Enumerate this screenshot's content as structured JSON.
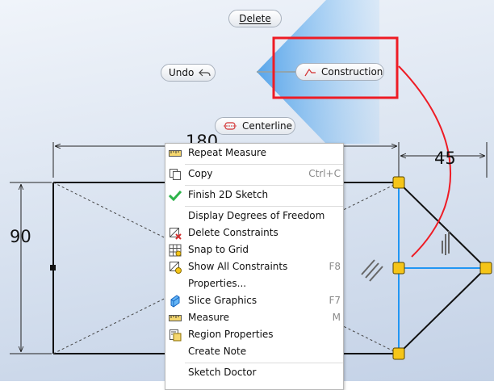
{
  "marking_menu": {
    "delete_label": "Delete",
    "undo_label": "Undo",
    "construction_label": "Construction",
    "centerline_label": "Centerline"
  },
  "dimensions": {
    "width_value": "180",
    "right_width_value": "45",
    "height_value": "90"
  },
  "context_menu": {
    "items": [
      {
        "label": "Repeat Measure",
        "shortcut": "",
        "icon": "ruler-icon"
      },
      {
        "label": "Copy",
        "shortcut": "Ctrl+C",
        "icon": "copy-icon"
      },
      {
        "label": "Finish 2D Sketch",
        "shortcut": "",
        "icon": "checkmark-icon"
      },
      {
        "label": "Display Degrees of Freedom",
        "shortcut": "",
        "icon": ""
      },
      {
        "label": "Delete Constraints",
        "shortcut": "",
        "icon": "delete-constraints-icon"
      },
      {
        "label": "Snap to Grid",
        "shortcut": "",
        "icon": "grid-icon"
      },
      {
        "label": "Show All Constraints",
        "shortcut": "F8",
        "icon": "show-constraints-icon"
      },
      {
        "label": "Properties...",
        "shortcut": "",
        "icon": ""
      },
      {
        "label": "Slice Graphics",
        "shortcut": "F7",
        "icon": "slice-graphics-icon"
      },
      {
        "label": "Measure",
        "shortcut": "M",
        "icon": "ruler-icon"
      },
      {
        "label": "Region Properties",
        "shortcut": "",
        "icon": "region-properties-icon"
      },
      {
        "label": "Create Note",
        "shortcut": "",
        "icon": ""
      },
      {
        "label": "Sketch Doctor",
        "shortcut": "",
        "icon": ""
      }
    ]
  },
  "colors": {
    "annotation_red": "#ee1c25",
    "selected_blue": "#2196f3",
    "handle_yellow": "#f5c518",
    "finish_green": "#2db34a"
  }
}
